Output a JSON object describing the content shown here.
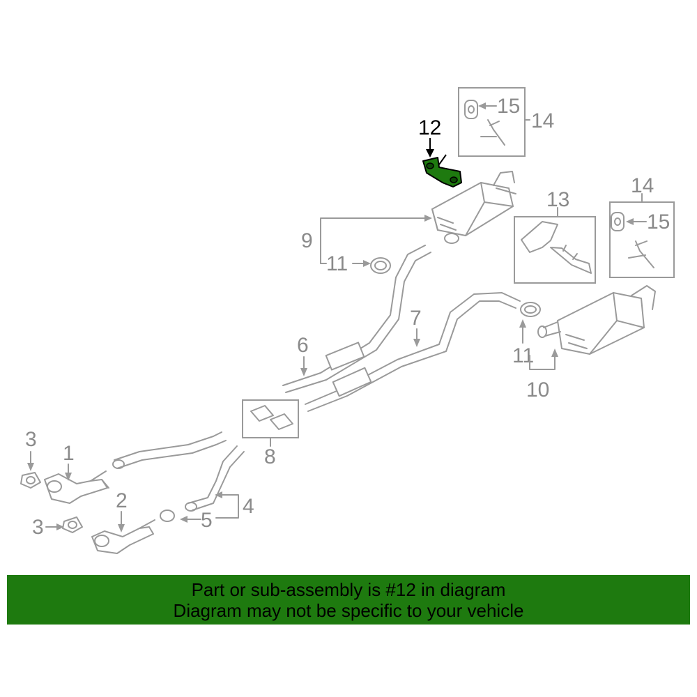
{
  "diagram": {
    "highlighted_part": "12",
    "highlight_color": "#1e7a0f",
    "callouts": {
      "p1": "1",
      "p2": "2",
      "p3a": "3",
      "p3b": "3",
      "p4": "4",
      "p5": "5",
      "p6": "6",
      "p7": "7",
      "p8": "8",
      "p9": "9",
      "p10": "10",
      "p11a": "11",
      "p11b": "11",
      "p12": "12",
      "p13": "13",
      "p14a": "14",
      "p14b": "14",
      "p15a": "15",
      "p15b": "15"
    }
  },
  "banner": {
    "line1": "Part or sub-assembly is #12 in diagram",
    "line2": "Diagram may not be specific to your vehicle",
    "background": "#1e7a0f"
  }
}
